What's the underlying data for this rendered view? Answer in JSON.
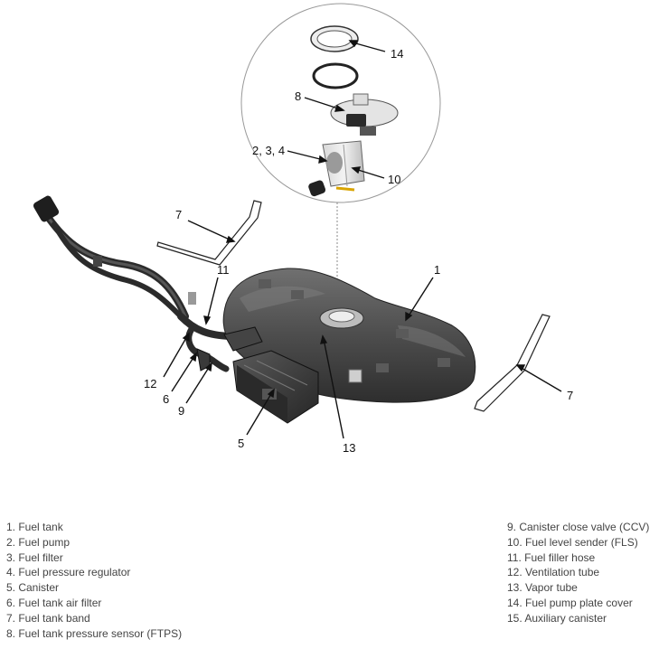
{
  "callouts": {
    "c1": "1",
    "c5": "5",
    "c6": "6",
    "c7a": "7",
    "c7b": "7",
    "c8": "8",
    "c9": "9",
    "c10": "10",
    "c11": "11",
    "c12": "12",
    "c13": "13",
    "c14": "14",
    "c234": "2, 3, 4"
  },
  "legend_left": [
    "1. Fuel tank",
    "2. Fuel pump",
    "3. Fuel filter",
    "4. Fuel pressure regulator",
    "5. Canister",
    "6. Fuel tank air filter",
    "7. Fuel tank band",
    "8. Fuel tank pressure sensor (FTPS)"
  ],
  "legend_right": [
    "9. Canister close valve (CCV)",
    "10. Fuel level sender (FLS)",
    "11. Fuel filler hose",
    "12. Ventilation tube",
    "13. Vapor tube",
    "14. Fuel pump plate cover",
    "15. Auxiliary canister"
  ],
  "colors": {
    "tank_body": "#4a4a4a",
    "tank_highlight": "#6b6b6b",
    "hose": "#2b2b2b",
    "band": "#ffffff",
    "line": "#111111",
    "legend_text": "#444444"
  }
}
